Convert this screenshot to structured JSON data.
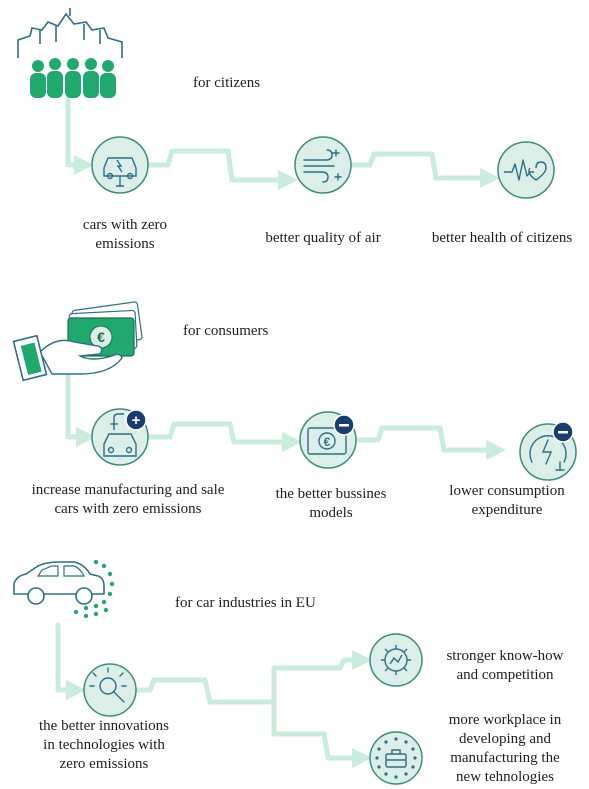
{
  "colors": {
    "connector": "#c9ecdc",
    "circle_fill": "#dbefe8",
    "circle_stroke": "#3f8a7e",
    "icon_stroke": "#2f6f86",
    "accent_green": "#21a86f",
    "accent_navy": "#1a3d6e",
    "text": "#1e1e1e"
  },
  "sections": [
    {
      "heading": "for citizens",
      "heading_icon": "citizens-city-icon",
      "nodes": [
        {
          "label_lines": [
            "cars with zero",
            "emissions"
          ],
          "icon": "electric-car-plug-icon"
        },
        {
          "label_lines": [
            "better quality of air"
          ],
          "icon": "wind-air-icon"
        },
        {
          "label_lines": [
            "better health of citizens"
          ],
          "icon": "heartbeat-icon"
        }
      ]
    },
    {
      "heading": "for consumers",
      "heading_icon": "hand-money-euro-icon",
      "nodes": [
        {
          "label_lines": [
            "increase manufacturing and sale",
            "cars with zero emissions"
          ],
          "icon": "car-fuel-plus-icon",
          "badge": "+"
        },
        {
          "label_lines": [
            "the better bussines",
            "models"
          ],
          "icon": "euro-banknote-minus-icon",
          "badge": "−"
        },
        {
          "label_lines": [
            "lower consumption",
            "expenditure"
          ],
          "icon": "energy-gauge-minus-icon",
          "badge": "−"
        }
      ]
    },
    {
      "heading": "for car industries in EU",
      "heading_icon": "car-eu-stars-icon",
      "nodes": [
        {
          "label_lines": [
            "the better innovations",
            "in technologies with",
            "zero emissions"
          ],
          "icon": "lightbulb-idea-icon"
        },
        {
          "label_lines": [
            "stronger know-how",
            "and competition"
          ],
          "icon": "gear-chart-icon"
        },
        {
          "label_lines": [
            "more workplace in",
            "developing and",
            "manufacturing the",
            "new tehnologies"
          ],
          "icon": "briefcase-stars-icon"
        }
      ]
    }
  ]
}
